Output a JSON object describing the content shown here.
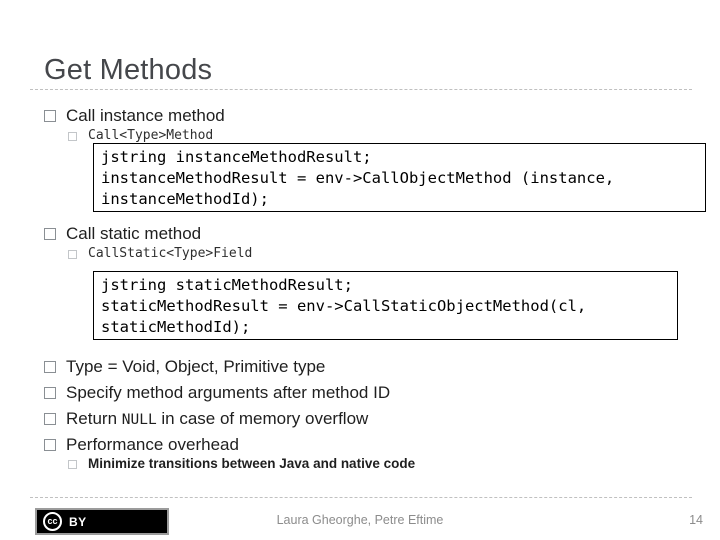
{
  "colors": {
    "title": "#45474b",
    "body_text": "#1f1f1f",
    "code_text": "#000000",
    "code_border": "#000000",
    "dash_line": "#c0c0c0",
    "footer_text": "#8c8c8c",
    "badge_bg": "#000000"
  },
  "title": "Get Methods",
  "sections": {
    "instance": {
      "heading": "Call instance method",
      "sub": "Call<Type>Method",
      "code": [
        "jstring instanceMethodResult;",
        "instanceMethodResult = env->CallObjectMethod (instance,",
        "instanceMethodId);"
      ]
    },
    "static": {
      "heading": "Call static method",
      "sub": "CallStatic<Type>Field",
      "code": [
        "jstring staticMethodResult;",
        "staticMethodResult = env->CallStaticObjectMethod(cl,",
        "staticMethodId);"
      ]
    }
  },
  "notes": {
    "item1": "Type = Void, Object, Primitive type",
    "item2": "Specify method arguments after method ID",
    "item3_pre": "Return ",
    "item3_code": "NULL",
    "item3_post": " in case of memory overflow",
    "item4": "Performance overhead",
    "item4_sub": "Minimize transitions between Java and native code"
  },
  "footer": {
    "authors": "Laura Gheorghe, Petre Eftime",
    "page_number": "14",
    "license_icon_text": "cc",
    "license_label": "BY"
  }
}
